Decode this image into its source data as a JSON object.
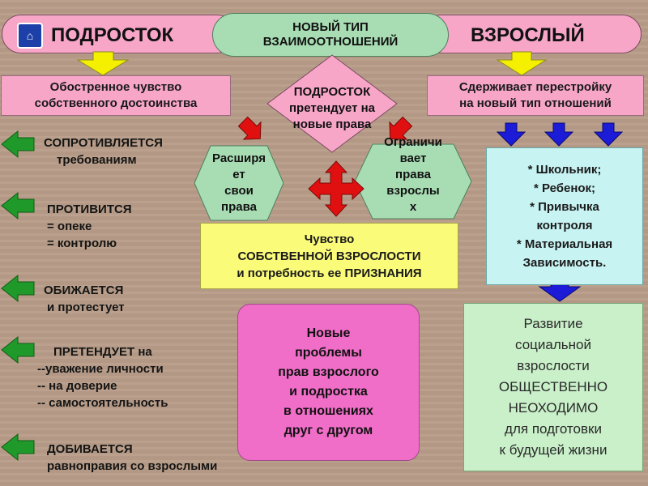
{
  "header": {
    "left_pill": "ПОДРОСТОК",
    "center_pill_line1": "НОВЫЙ ТИП",
    "center_pill_line2": "ВЗАИМООТНОШЕНИЙ",
    "right_pill": "ВЗРОСЛЫЙ"
  },
  "left_box": {
    "line1": "Обостренное чувство",
    "line2": "собственного достоинства"
  },
  "right_box": {
    "line1": "Сдерживает перестройку",
    "line2": "на новый тип отношений"
  },
  "diamond": {
    "line1": "ПОДРОСТОК",
    "line2": "претендует на",
    "line3": "новые права"
  },
  "hex_left": {
    "line1": "Расширя",
    "line2": "ет",
    "line3": "свои",
    "line4": "права"
  },
  "hex_right": {
    "line1": "Ограничи",
    "line2": "вает",
    "line3": "права",
    "line4": "взрослы",
    "line5": "х"
  },
  "center_box": {
    "line1": "Чувство",
    "line2": "СОБСТВЕННОЙ ВЗРОСЛОСТИ",
    "line3": "и потребность ее ПРИЗНАНИЯ"
  },
  "left_column": {
    "item1": {
      "line1": "СОПРОТИВЛЯЕТСЯ",
      "line2": "требованиям"
    },
    "item2": {
      "line1": "ПРОТИВИТСЯ",
      "line2": "= опеке",
      "line3": "= контролю"
    },
    "item3": {
      "line1": "ОБИЖАЕТСЯ",
      "line2": "и протестует"
    },
    "item4": {
      "line1": "ПРЕТЕНДУЕТ на",
      "line2": "--уважение личности",
      "line3": "-- на доверие",
      "line4": "-- самостоятельность"
    },
    "item5": {
      "line1": "ДОБИВАЕТСЯ",
      "line2": "равноправия со взрослыми"
    }
  },
  "cyan_box": {
    "line1": "* Школьник;",
    "line2": "* Ребенок;",
    "line3": "* Привычка",
    "line4": "контроля",
    "line5": "* Материальная",
    "line6": "Зависимость."
  },
  "magenta_box": {
    "line1": "Новые",
    "line2": "проблемы",
    "line3": "прав взрослого",
    "line4": "и подростка",
    "line5": "в отношениях",
    "line6": "друг с другом"
  },
  "green_box": {
    "line1": "Развитие",
    "line2": "социальной",
    "line3": "взрослости",
    "line4": "ОБЩЕСТВЕННО",
    "line5": "НЕОХОДИМО",
    "line6": "для подготовки",
    "line7": "к будущей жизни"
  },
  "colors": {
    "pink": "#f7a6c8",
    "green_pill": "#a8ddb4",
    "yellow": "#fbfb7a",
    "cyan": "#c8f3f3",
    "magenta": "#f06ec8",
    "arrow_green": "#1f9a2a",
    "arrow_blue": "#1b1bd8",
    "arrow_red": "#e01010",
    "arrow_yellow": "#f5f000"
  }
}
